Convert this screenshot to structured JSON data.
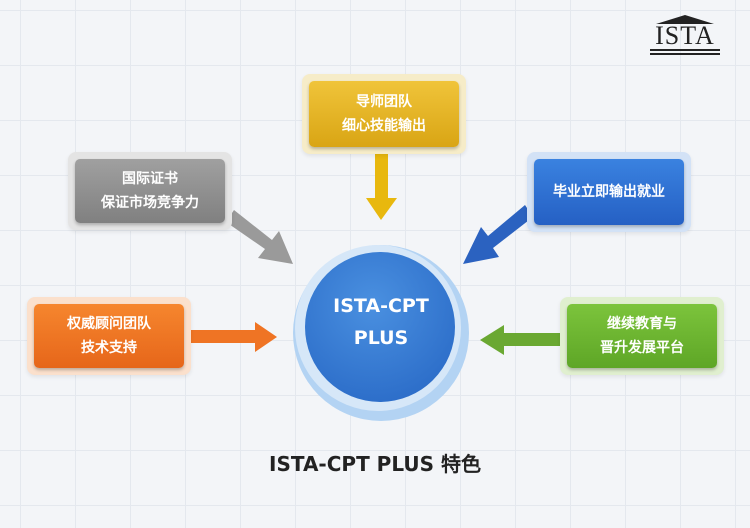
{
  "logo": {
    "text": "ISTA"
  },
  "center": {
    "line1": "ISTA-CPT",
    "line2": "PLUS"
  },
  "boxes": {
    "top": {
      "line1": "导师团队",
      "line2": "细心技能输出",
      "color": "#e2b021"
    },
    "upper_left": {
      "line1": "国际证书",
      "line2": "保证市场竞争力",
      "color": "#8e8e8e"
    },
    "upper_right": {
      "line1": "毕业立即输出就业",
      "color": "#2f6fcf"
    },
    "lower_left": {
      "line1": "权威顾问团队",
      "line2": "技术支持",
      "color": "#ef7424"
    },
    "lower_right": {
      "line1": "继续教育与",
      "line2": "晋升发展平台",
      "color": "#6cb52e"
    }
  },
  "title": "ISTA-CPT PLUS 特色"
}
